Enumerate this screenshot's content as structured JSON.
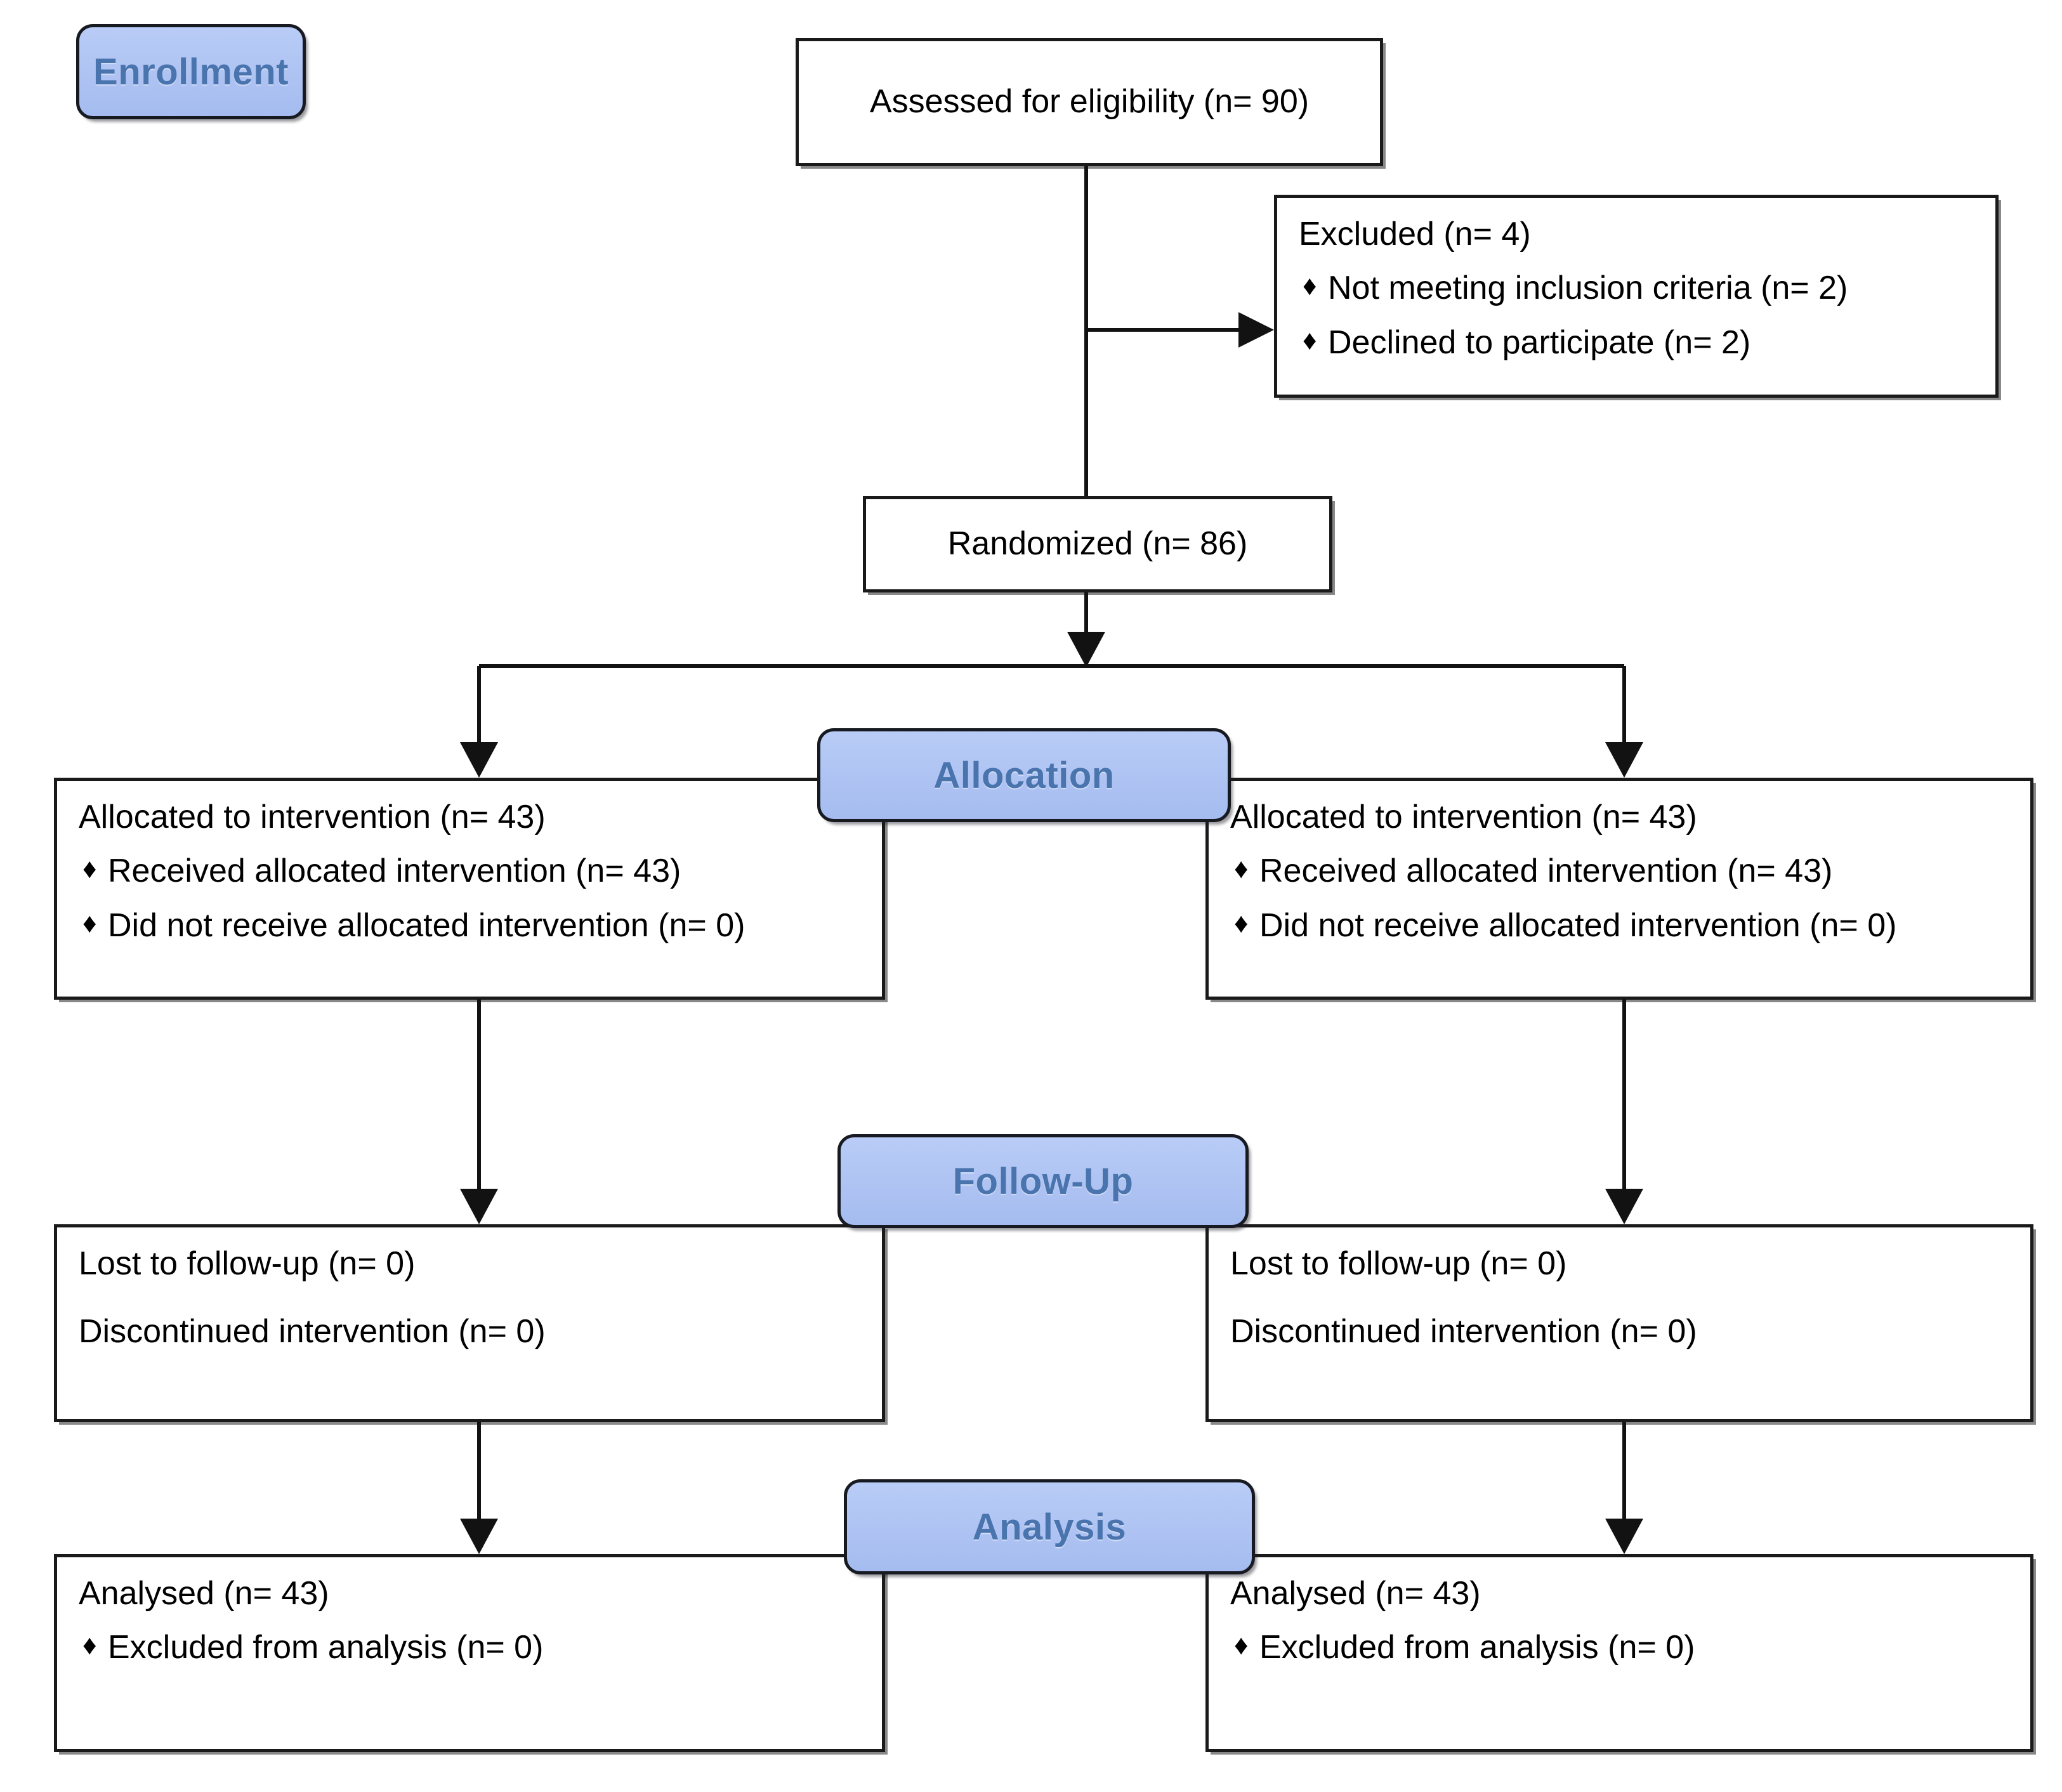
{
  "diagram": {
    "title": "CONSORT participant flow diagram",
    "accent_color": "#aec3f2",
    "badge_text_color": "#4a74ad",
    "line_color": "#121212",
    "bullet_glyph": "♦"
  },
  "stages": {
    "enrollment": "Enrollment",
    "allocation": "Allocation",
    "follow_up": "Follow-Up",
    "analysis": "Analysis"
  },
  "nodes": {
    "assessed": {
      "text": "Assessed for eligibility (n= 90)"
    },
    "excluded": {
      "title": "Excluded (n= 4)",
      "items": [
        "Not meeting inclusion criteria (n= 2)",
        "Declined to participate (n= 2)"
      ]
    },
    "randomized": {
      "text": "Randomized (n= 86)"
    },
    "allocation_left": {
      "title": "Allocated to intervention (n= 43)",
      "items": [
        "Received allocated intervention (n= 43)",
        "Did not receive allocated intervention (n= 0)"
      ]
    },
    "allocation_right": {
      "title": "Allocated to intervention (n= 43)",
      "items": [
        "Received allocated intervention (n= 43)",
        "Did not receive allocated intervention (n= 0)"
      ]
    },
    "followup_left": {
      "line1": "Lost to follow-up (n= 0)",
      "line2": "Discontinued intervention (n= 0)"
    },
    "followup_right": {
      "line1": "Lost to follow-up (n= 0)",
      "line2": "Discontinued intervention (n= 0)"
    },
    "analysis_left": {
      "title": "Analysed (n= 43)",
      "items": [
        "Excluded from analysis (n= 0)"
      ]
    },
    "analysis_right": {
      "title": "Analysed (n= 43)",
      "items": [
        "Excluded from analysis (n= 0)"
      ]
    }
  }
}
